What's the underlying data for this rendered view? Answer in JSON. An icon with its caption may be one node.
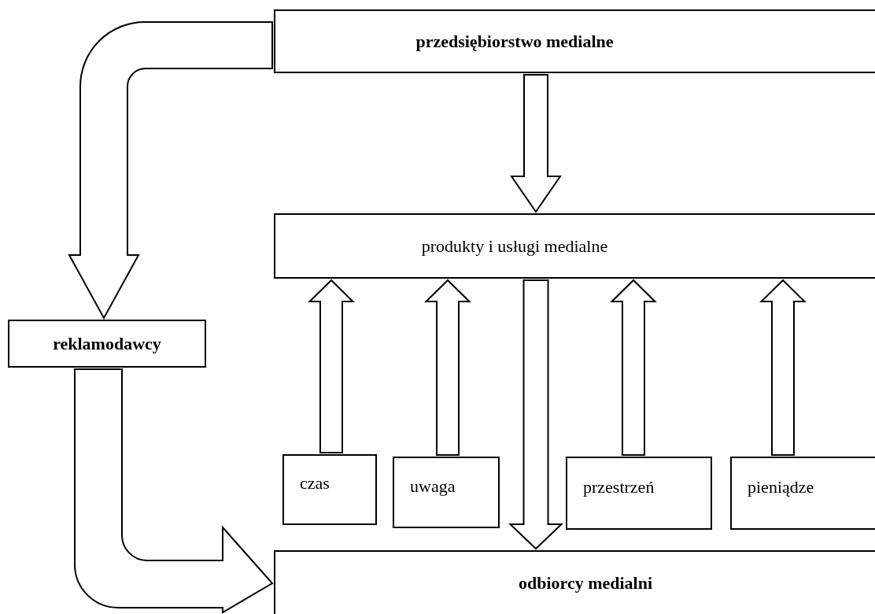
{
  "diagram": {
    "nodes": [
      {
        "text": [
          "przedsiębiorstwo medialne"
        ]
      },
      {
        "text": [
          "produkty i usługi medialne"
        ]
      },
      {
        "text": [
          "reklamodawcy"
        ]
      },
      {
        "text": [
          "czas"
        ]
      },
      {
        "text": [
          "uwaga"
        ]
      },
      {
        "text": [
          "przestrzeń"
        ]
      },
      {
        "text": [
          "pieniądze"
        ]
      },
      {
        "text": [
          "odbiorcy medialni"
        ]
      }
    ],
    "edges": [
      {
        "from": 0,
        "to": 1,
        "arrow": "to"
      },
      {
        "from": 0,
        "to": 2,
        "arrow": "to"
      },
      {
        "from": 1,
        "to": 7,
        "arrow": "to"
      },
      {
        "from": 3,
        "to": 1,
        "arrow": "to"
      },
      {
        "from": 4,
        "to": 1,
        "arrow": "to"
      },
      {
        "from": 5,
        "to": 1,
        "arrow": "to"
      },
      {
        "from": 6,
        "to": 1,
        "arrow": "to"
      },
      {
        "from": 2,
        "to": 7,
        "arrow": "to"
      }
    ]
  }
}
